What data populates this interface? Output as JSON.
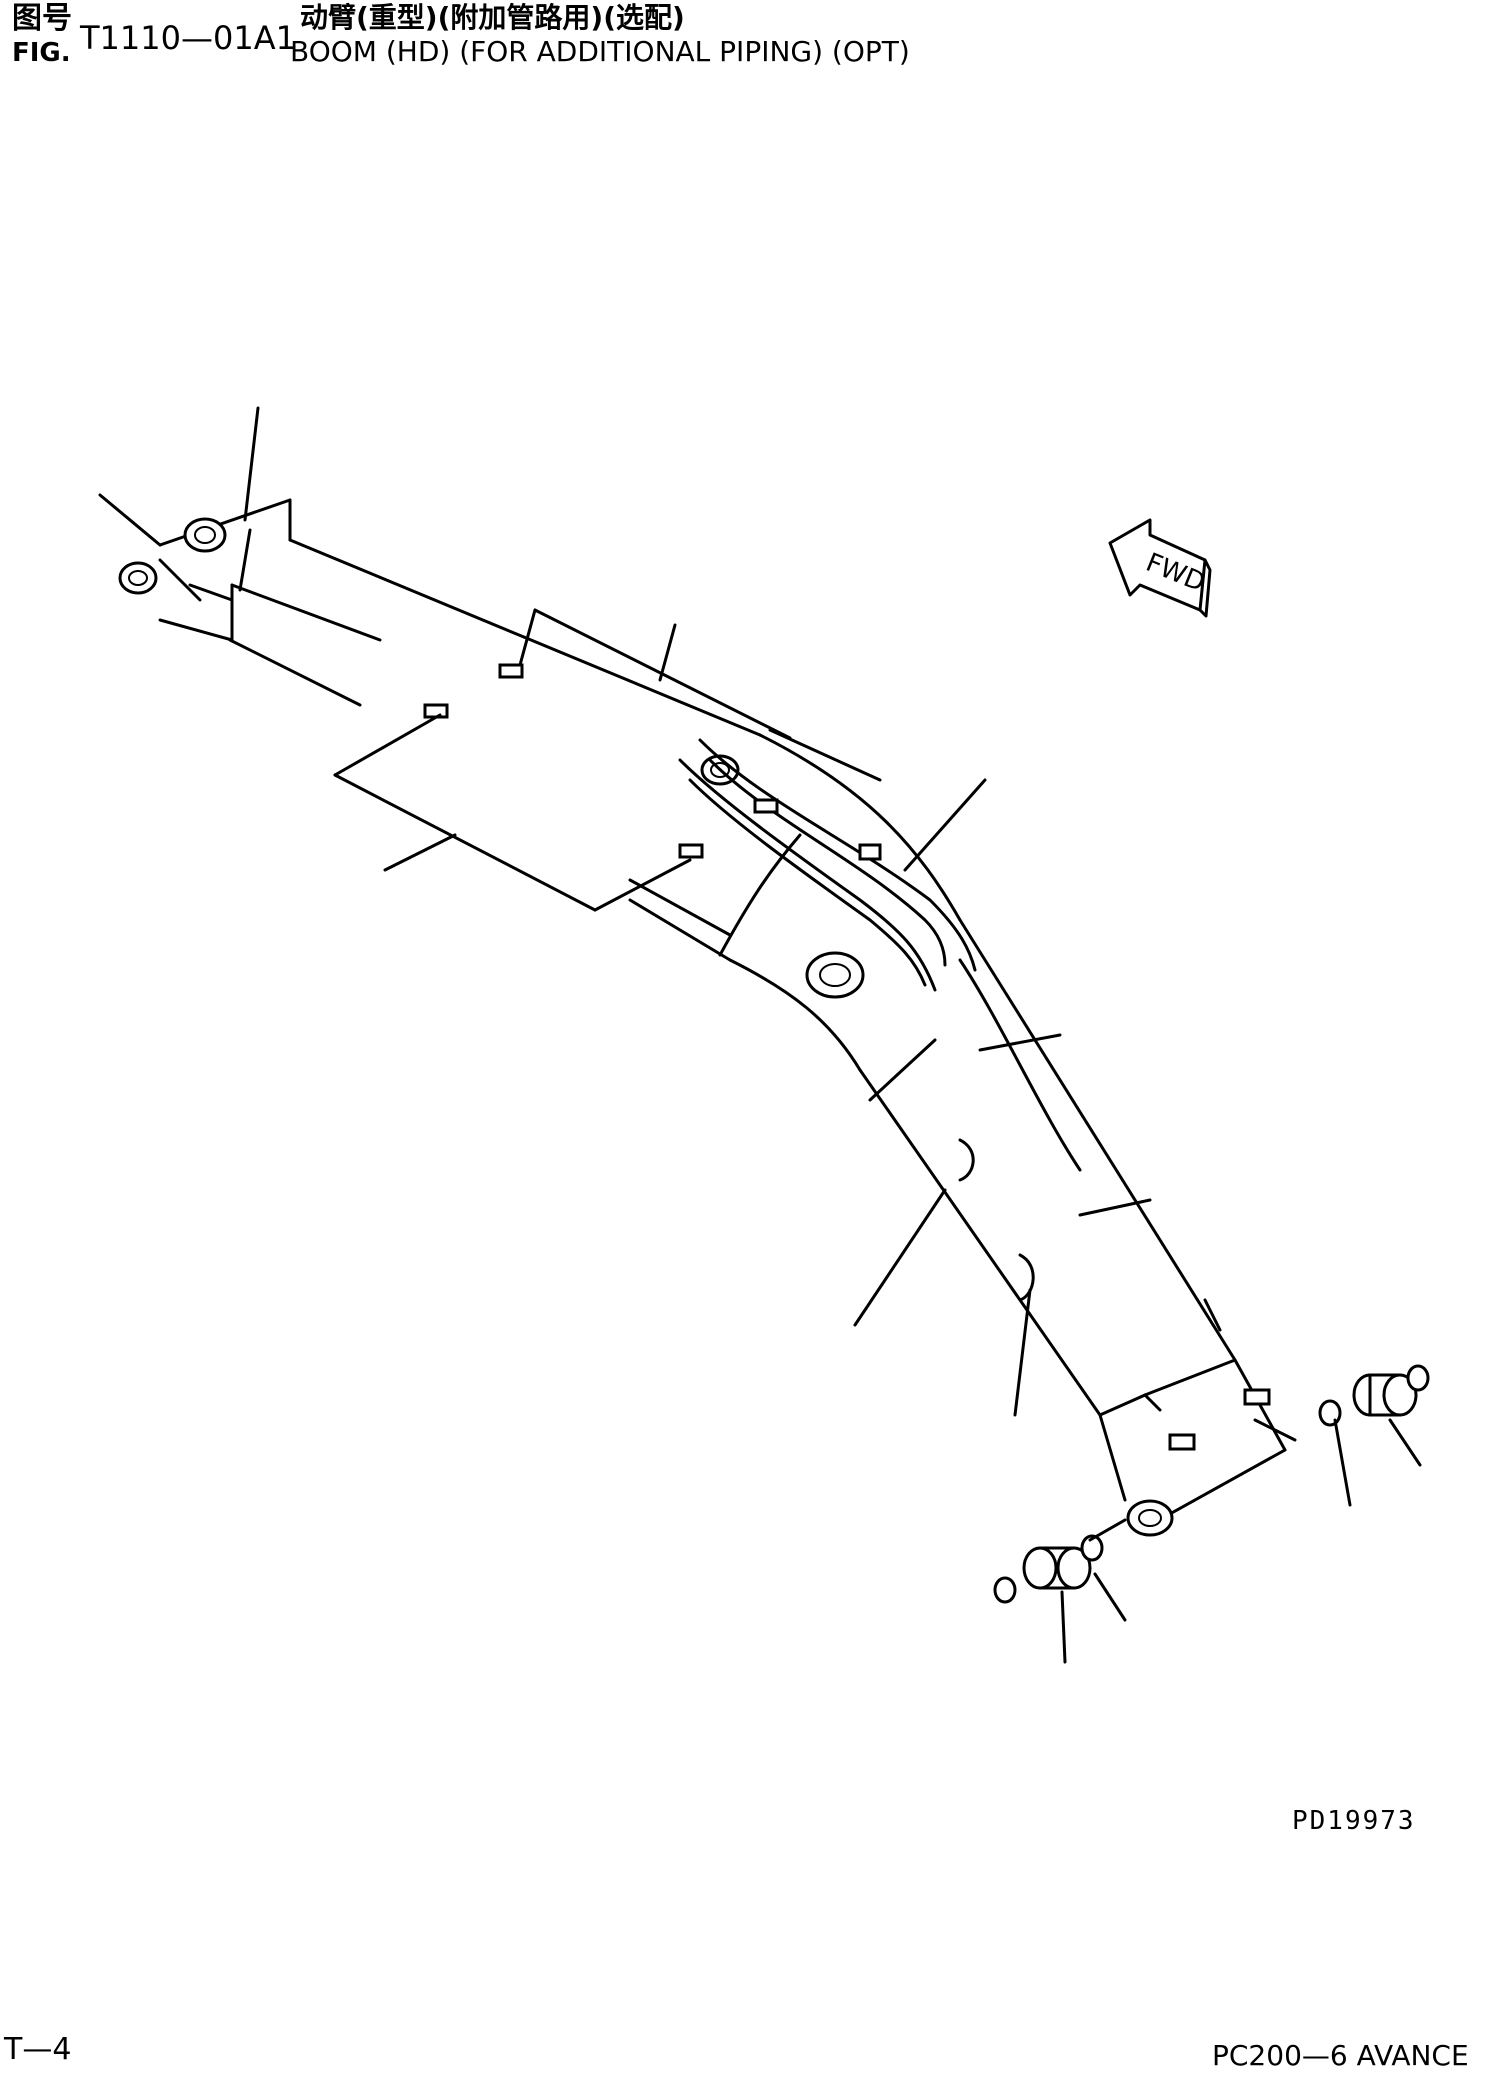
{
  "header": {
    "fig_label_cn": "图号",
    "fig_label_en": "FIG.",
    "fig_number": "T1110—01A1",
    "title_cn": "动臂(重型)(附加管路用)(选配)",
    "title_en": "BOOM (HD) (FOR ADDITIONAL PIPING) (OPT)"
  },
  "drawing": {
    "fwd_label": "FWD",
    "code": "PD19973"
  },
  "footer": {
    "page": "T—4",
    "model": "PC200—6 AVANCE"
  }
}
